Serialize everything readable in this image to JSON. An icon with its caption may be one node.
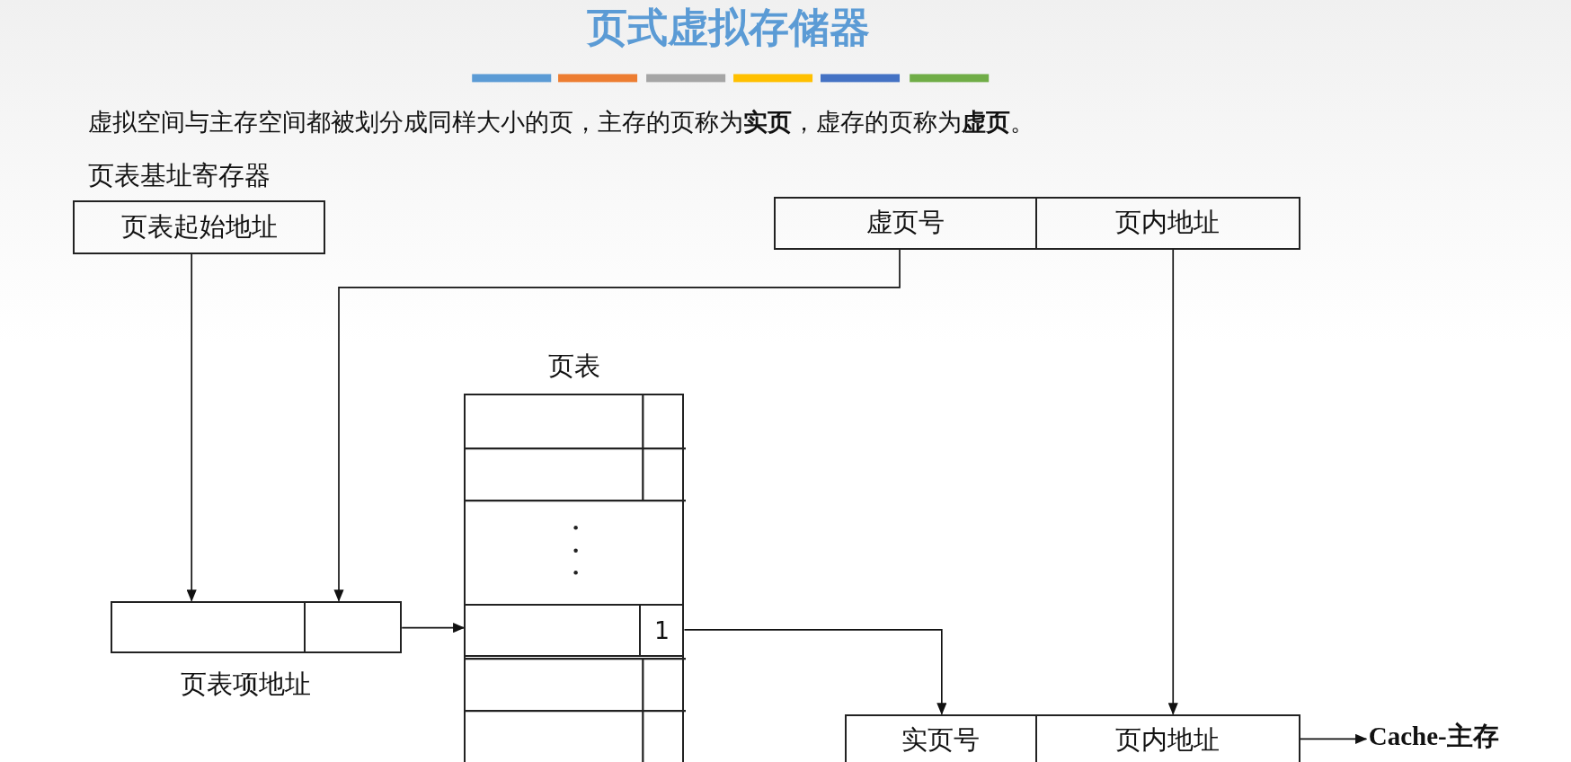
{
  "diagram": {
    "title": "页式虚拟存储器",
    "nodes": [
      {
        "text": [
          "页表起始地址"
        ],
        "beside": [
          "页表基址寄存器"
        ]
      },
      {
        "text": [
          "虚页号"
        ]
      },
      {
        "text": [
          "页内地址"
        ]
      },
      {
        "text": [
          "页表"
        ]
      },
      {
        "text": [],
        "shape": "box",
        "in": 3
      },
      {
        "text": [
          "1"
        ],
        "in": 3
      },
      {
        "text": [],
        "shape": "box",
        "beside": [
          "页表项地址"
        ]
      },
      {
        "text": [],
        "shape": "box",
        "in": 6
      },
      {
        "text": [],
        "shape": "box",
        "in": 6
      },
      {
        "text": [
          "实页号"
        ]
      },
      {
        "text": [
          "页内地址"
        ]
      },
      {
        "text": [
          "Cache-主存"
        ]
      }
    ],
    "edges": [
      {
        "from": 0,
        "to": 7,
        "arrow": "to"
      },
      {
        "from": 1,
        "to": 8,
        "arrow": "to"
      },
      {
        "from": 6,
        "to": 4,
        "arrow": "to"
      },
      {
        "from": 5,
        "to": 9,
        "arrow": "to"
      },
      {
        "from": 2,
        "to": 10,
        "arrow": "to"
      },
      {
        "from": 10,
        "to": 11,
        "arrow": "to"
      }
    ],
    "labels": [
      "虚拟空间与主存空间都被划分成同样大小的页，主存的页称为**实页**，虚存的页称为**虚页**。"
    ]
  }
}
